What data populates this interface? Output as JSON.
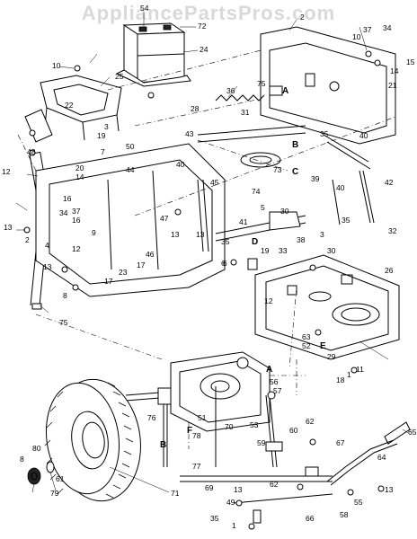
{
  "watermark": "AppliancePartsPros.com",
  "ref_letters": [
    "A",
    "B",
    "C",
    "D",
    "E",
    "F",
    "A",
    "B"
  ],
  "callouts": [
    "54",
    "72",
    "24",
    "2",
    "10",
    "37",
    "34",
    "10",
    "15",
    "14",
    "21",
    "28",
    "25",
    "75",
    "22",
    "36",
    "31",
    "43",
    "35",
    "19",
    "3",
    "48",
    "50",
    "7",
    "20",
    "14",
    "12",
    "16",
    "44",
    "40",
    "45",
    "74",
    "73",
    "39",
    "40",
    "40",
    "42",
    "35",
    "32",
    "34",
    "37",
    "16",
    "47",
    "13",
    "13",
    "4",
    "9",
    "2",
    "12",
    "23",
    "17",
    "8",
    "13",
    "46",
    "13",
    "41",
    "5",
    "30",
    "33",
    "38",
    "19",
    "35",
    "6",
    "3",
    "30",
    "26",
    "12",
    "63",
    "52",
    "29",
    "18",
    "1",
    "11",
    "75",
    "51",
    "76",
    "78",
    "80",
    "8",
    "79",
    "61",
    "71",
    "77",
    "70",
    "69",
    "60",
    "62",
    "57",
    "56",
    "53",
    "67",
    "64",
    "65",
    "59",
    "13",
    "49",
    "35",
    "62",
    "66",
    "58",
    "55",
    "13",
    "1",
    "6",
    "17"
  ]
}
